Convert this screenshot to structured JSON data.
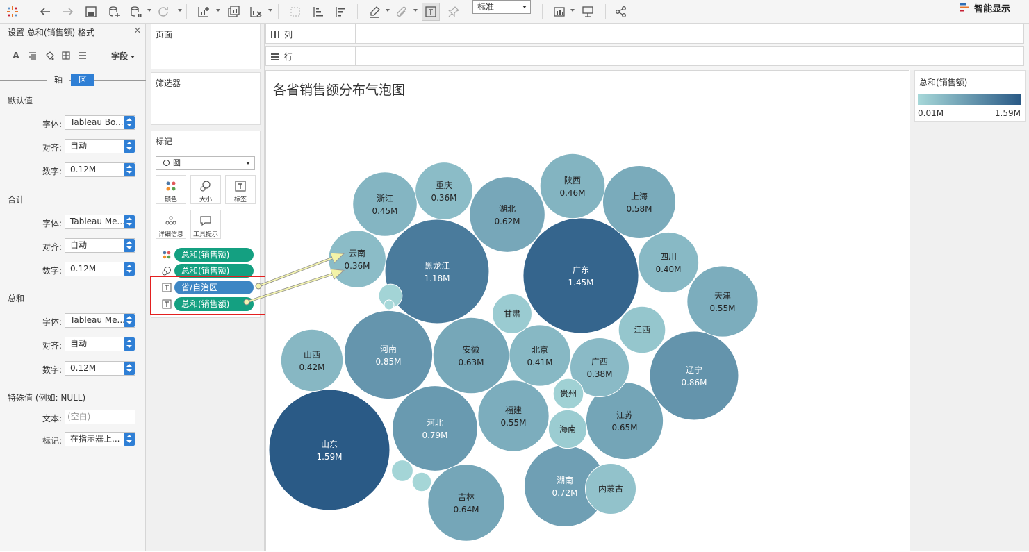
{
  "toolbar": {
    "zoom": "标准",
    "show_me": "智能显示"
  },
  "format_pane": {
    "title": "设置 总和(销售额) 格式",
    "close": "×",
    "field_menu": "字段",
    "tabs": [
      "轴",
      "区"
    ],
    "sections": {
      "default": {
        "heading": "默认值",
        "font_label": "字体:",
        "font_value": "Tableau Bo...",
        "align_label": "对齐:",
        "align_value": "自动",
        "number_label": "数字:",
        "number_value": "0.12M"
      },
      "totals": {
        "heading": "合计",
        "font_label": "字体:",
        "font_value": "Tableau Me...",
        "align_label": "对齐:",
        "align_value": "自动",
        "number_label": "数字:",
        "number_value": "0.12M"
      },
      "grand": {
        "heading": "总和",
        "font_label": "字体:",
        "font_value": "Tableau Me...",
        "align_label": "对齐:",
        "align_value": "自动",
        "number_label": "数字:",
        "number_value": "0.12M"
      },
      "special": {
        "heading": "特殊值 (例如: NULL)",
        "text_label": "文本:",
        "text_placeholder": "(空白)",
        "marks_label": "标记:",
        "marks_value": "在指示器上..."
      }
    }
  },
  "cards": {
    "pages": "页面",
    "filters": "筛选器",
    "marks": {
      "title": "标记",
      "mark_type": "圆",
      "buttons": [
        "颜色",
        "大小",
        "标签",
        "详细信息",
        "工具提示"
      ],
      "pills": [
        {
          "icon": "color",
          "label": "总和(销售额)"
        },
        {
          "icon": "size",
          "label": "总和(销售额)"
        },
        {
          "icon": "label",
          "label": "省/自治区"
        },
        {
          "icon": "label",
          "label": "总和(销售额)"
        }
      ]
    }
  },
  "shelves": {
    "columns": "列",
    "rows": "行"
  },
  "view": {
    "title": "各省销售额分布气泡图"
  },
  "legend": {
    "title": "总和(销售额)",
    "min": "0.01M",
    "max": "1.59M",
    "color_min": "#a7d8d9",
    "color_max": "#2a5a86"
  },
  "chart_data": {
    "type": "bubble",
    "title": "各省销售额分布气泡图",
    "size_measure": "总和(销售额)",
    "color_measure": "总和(销售额)",
    "label_field": "省/自治区",
    "unit": "M",
    "bubbles": [
      {
        "name": "山东",
        "value": 1.59,
        "label": "1.59M"
      },
      {
        "name": "广东",
        "value": 1.45,
        "label": "1.45M"
      },
      {
        "name": "黑龙江",
        "value": 1.18,
        "label": "1.18M"
      },
      {
        "name": "辽宁",
        "value": 0.86,
        "label": "0.86M"
      },
      {
        "name": "河南",
        "value": 0.85,
        "label": "0.85M"
      },
      {
        "name": "河北",
        "value": 0.79,
        "label": "0.79M"
      },
      {
        "name": "湖南",
        "value": 0.72,
        "label": "0.72M"
      },
      {
        "name": "江苏",
        "value": 0.65,
        "label": "0.65M"
      },
      {
        "name": "吉林",
        "value": 0.64,
        "label": "0.64M"
      },
      {
        "name": "安徽",
        "value": 0.63,
        "label": "0.63M"
      },
      {
        "name": "湖北",
        "value": 0.62,
        "label": "0.62M"
      },
      {
        "name": "上海",
        "value": 0.58,
        "label": "0.58M"
      },
      {
        "name": "天津",
        "value": 0.55,
        "label": "0.55M"
      },
      {
        "name": "福建",
        "value": 0.55,
        "label": "0.55M"
      },
      {
        "name": "陕西",
        "value": 0.46,
        "label": "0.46M"
      },
      {
        "name": "浙江",
        "value": 0.45,
        "label": "0.45M"
      },
      {
        "name": "山西",
        "value": 0.42,
        "label": "0.42M"
      },
      {
        "name": "北京",
        "value": 0.41,
        "label": "0.41M"
      },
      {
        "name": "四川",
        "value": 0.4,
        "label": "0.40M"
      },
      {
        "name": "广西",
        "value": 0.38,
        "label": "0.38M"
      },
      {
        "name": "重庆",
        "value": 0.36,
        "label": "0.36M"
      },
      {
        "name": "云南",
        "value": 0.36,
        "label": "0.36M"
      },
      {
        "name": "内蒙古",
        "value": 0.28,
        "label": ""
      },
      {
        "name": "江西",
        "value": 0.24,
        "label": ""
      },
      {
        "name": "海南",
        "value": 0.16,
        "label": ""
      },
      {
        "name": "甘肃",
        "value": 0.17,
        "label": ""
      },
      {
        "name": "贵州",
        "value": 0.1,
        "label": ""
      },
      {
        "name": "",
        "value": 0.06,
        "label": ""
      },
      {
        "name": "",
        "value": 0.05,
        "label": ""
      },
      {
        "name": "",
        "value": 0.04,
        "label": ""
      },
      {
        "name": "",
        "value": 0.01,
        "label": ""
      }
    ]
  }
}
